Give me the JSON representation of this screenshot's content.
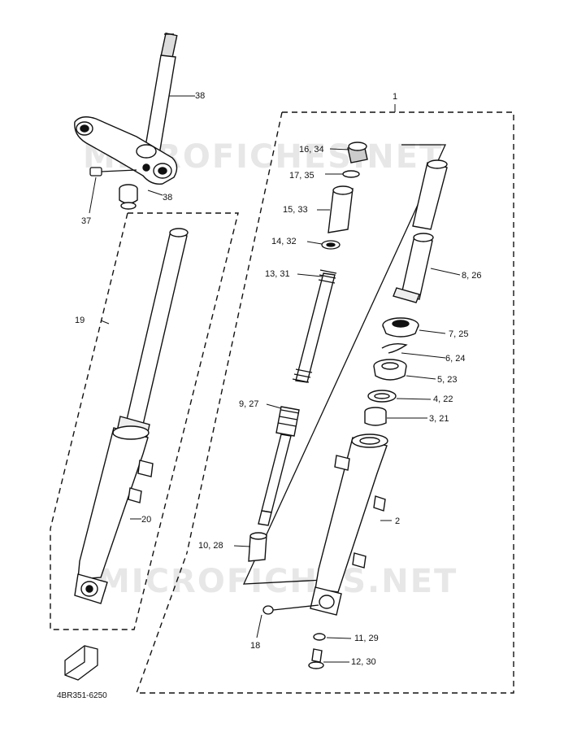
{
  "diagram": {
    "watermark": "MICROFICHES.NET",
    "drawing_code": "4BR351-6250",
    "callouts": {
      "p1": "1",
      "p2": "2",
      "p3_21": "3, 21",
      "p4_22": "4, 22",
      "p5_23": "5, 23",
      "p6_24": "6, 24",
      "p7_25": "7, 25",
      "p8_26": "8, 26",
      "p9_27": "9, 27",
      "p10_28": "10, 28",
      "p11_29": "11, 29",
      "p12_30": "12, 30",
      "p13_31": "13, 31",
      "p14_32": "14, 32",
      "p15_33": "15, 33",
      "p16_34": "16, 34",
      "p17_35": "17, 35",
      "p18": "18",
      "p19": "19",
      "p20": "20",
      "p37": "37",
      "p38_stem": "38",
      "p38_collar": "38"
    },
    "colors": {
      "ink": "#111111",
      "paper": "#ffffff"
    }
  }
}
